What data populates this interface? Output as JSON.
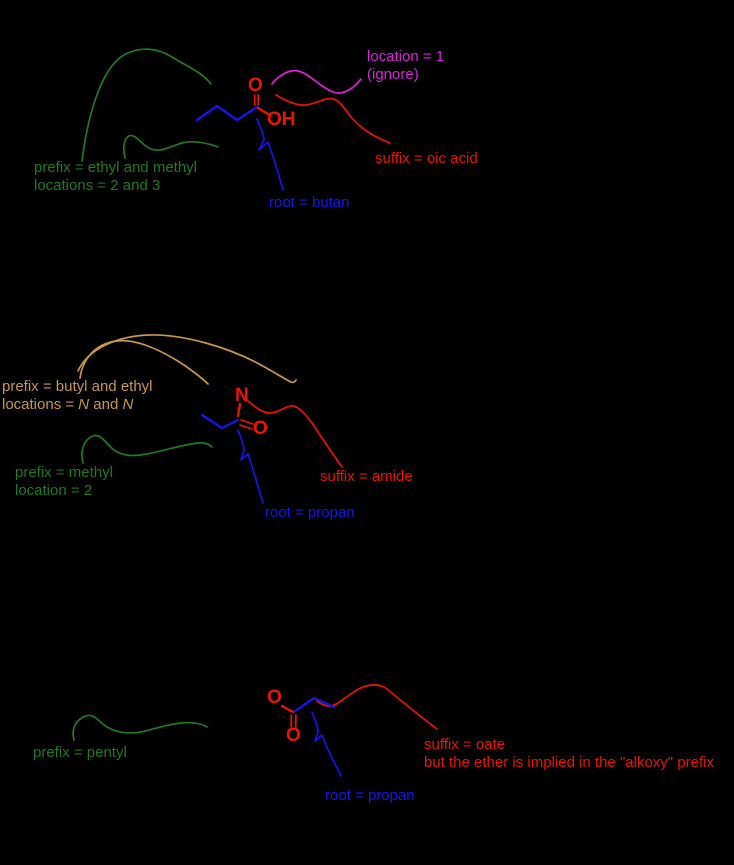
{
  "colors": {
    "bg": "#000000",
    "green": "#217a21",
    "orange": "#c9974b",
    "magenta": "#dd22dd",
    "red": "#ee1400",
    "blue": "#1515ef"
  },
  "acid": {
    "prefix_line1": "prefix = ethyl and methyl",
    "prefix_line2": "locations = 2 and 3",
    "location_line1": "location = 1",
    "location_line2": "(ignore)",
    "suffix_label": "suffix = oic acid",
    "root_label": "root = butan",
    "atoms": {
      "carbonyl_o": "O",
      "hydroxyl": "OH"
    }
  },
  "amide": {
    "prefix1_line1": "prefix = butyl and ethyl",
    "prefix1_line2_parts": [
      "locations = ",
      "N",
      " and ",
      "N"
    ],
    "prefix2_line1": "prefix = methyl",
    "prefix2_line2": "location = 2",
    "suffix_label": "suffix = amide",
    "root_label": "root = propan",
    "atoms": {
      "nitrogen": "N",
      "carbonyl_o": "O"
    }
  },
  "ester": {
    "prefix_label": "prefix = pentyl",
    "suffix_line1": "suffix = oate",
    "suffix_line2": "but the ether is implied in the \"alkoxy\" prefix",
    "root_label": "root = propan",
    "atoms": {
      "ester_o": "O",
      "carbonyl_o": "O"
    }
  }
}
